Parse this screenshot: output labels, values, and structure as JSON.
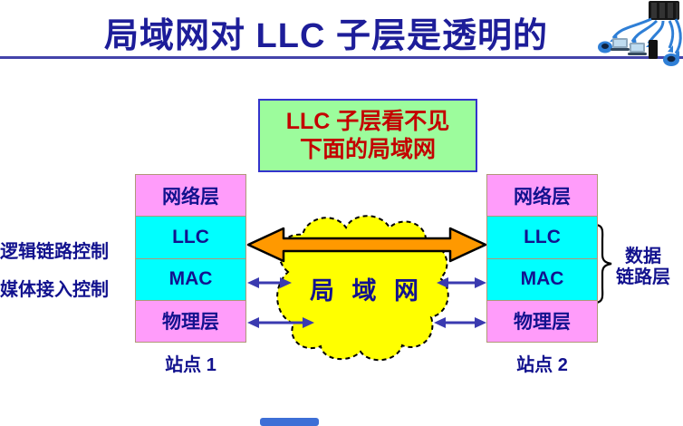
{
  "header": {
    "title": "局域网对 LLC 子层是透明的"
  },
  "callout": {
    "line1": "LLC 子层看不见",
    "line2": "下面的局域网"
  },
  "stations": {
    "layers": [
      "网络层",
      "LLC",
      "MAC",
      "物理层"
    ],
    "station1": {
      "caption": "站点 1"
    },
    "station2": {
      "caption": "站点 2"
    }
  },
  "side_labels": {
    "llc": "逻辑链路控制",
    "mac": "媒体接入控制"
  },
  "cloud": {
    "label": "局 域 网"
  },
  "data_link_label": {
    "line1": "数据",
    "line2": "链路层"
  },
  "icons": {
    "clipart": "network-devices-clipart"
  },
  "colors": {
    "title_text": "#1D1D99",
    "header_rule": "#4444AA",
    "callout_bg": "#9CFC9C",
    "callout_border": "#3333CC",
    "callout_text": "#C40000",
    "layer_pink": "#FF9CFA",
    "layer_cyan": "#00FFFF",
    "layer_border": "#B09878",
    "navy_text": "#12128E",
    "cloud_fill": "#FFFF00",
    "orange_arrow": "#FF9900",
    "blue_arrow": "#3A3AB0",
    "bottom_bar": "#3D6FD6"
  }
}
